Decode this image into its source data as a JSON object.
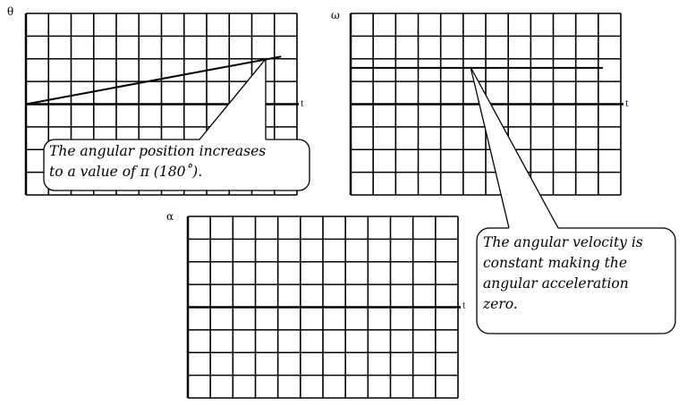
{
  "graphs": [
    {
      "id": "theta",
      "y_label": "θ",
      "x_label": "t",
      "columns": 12,
      "rows": 8,
      "axis_row": 4,
      "curve": {
        "type": "line",
        "start": [
          0,
          0
        ],
        "end": [
          11.3,
          2.1
        ]
      }
    },
    {
      "id": "omega",
      "y_label": "ω",
      "x_label": "t",
      "columns": 12,
      "rows": 8,
      "axis_row": 4,
      "curve": {
        "type": "line",
        "start": [
          0,
          1.6
        ],
        "end": [
          11.2,
          1.6
        ]
      }
    },
    {
      "id": "alpha",
      "y_label": "α",
      "x_label": "t",
      "columns": 12,
      "rows": 8,
      "axis_row": 4,
      "curve": {
        "type": "line",
        "start": [
          0,
          0
        ],
        "end": [
          11,
          0
        ]
      }
    }
  ],
  "callouts": {
    "position": "The angular position increases\nto a value of π (180˚).",
    "velocity": "The angular velocity is\nconstant making the\nangular acceleration\nzero."
  },
  "colors": {
    "grid": "#000000",
    "axis_label": "#1a3a8a"
  }
}
